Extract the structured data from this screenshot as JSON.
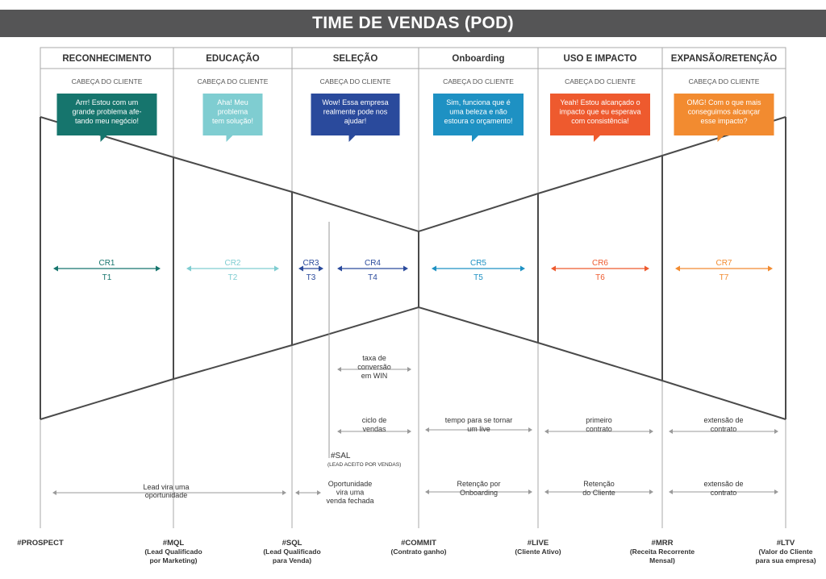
{
  "title": "TIME DE VENDAS (POD)",
  "stages": [
    {
      "name": "RECONHECIMENTO",
      "head": "CABEÇA DO CLIENTE",
      "quote": [
        "Arrr! Estou com um",
        "grande problema afe-",
        "tando meu negócio!"
      ],
      "color": "#16756d",
      "cr": "CR1",
      "t": "T1"
    },
    {
      "name": "EDUCAÇÃO",
      "head": "CABEÇA DO CLIENTE",
      "quote": [
        "Aha! Meu",
        "problema",
        "tem solução!"
      ],
      "color": "#7fcdd1",
      "cr": "CR2",
      "t": "T2"
    },
    {
      "name": "SELEÇÃO",
      "head": "CABEÇA DO CLIENTE",
      "quote": [
        "Wow! Essa empresa",
        "realmente pode nos",
        "ajudar!"
      ],
      "color": "#2a4a9c",
      "cr": "CR3",
      "t": "T3",
      "cr2": "CR4",
      "t2": "T4"
    },
    {
      "name": "Onboarding",
      "head": "CABEÇA DO CLIENTE",
      "quote": [
        "Sim, funciona que é",
        "uma beleza e não",
        "estoura o orçamento!"
      ],
      "color": "#1e91c3",
      "cr": "CR5",
      "t": "T5"
    },
    {
      "name": "USO E IMPACTO",
      "head": "CABEÇA DO CLIENTE",
      "quote": [
        "Yeah! Estou alcançado o",
        "impacto que eu esperava",
        "com consistência!"
      ],
      "color": "#ee5a2e",
      "cr": "CR6",
      "t": "T6"
    },
    {
      "name": "EXPANSÃO/RETENÇÃO",
      "head": "CABEÇA DO CLIENTE",
      "quote": [
        "OMG! Com o que mais",
        "conseguimos alcançar",
        "esse impacto?"
      ],
      "color": "#f28b30",
      "cr": "CR7",
      "t": "T7"
    }
  ],
  "metrics": {
    "conversao": [
      "taxa de",
      "conversão",
      "em WIN"
    ],
    "ciclo": [
      "ciclo de",
      "vendas"
    ],
    "tempo_live": [
      "tempo para se tornar",
      "um live"
    ],
    "primeiro_contrato": [
      "primeiro",
      "contrato"
    ],
    "extensao1": [
      "extensão de",
      "contrato"
    ],
    "sal_tag": "#SAL",
    "sal_desc": "(LEAD ACEITO POR VENDAS)",
    "lead_oportunidade": [
      "Lead vira uma",
      "oportunidade"
    ],
    "oportunidade_venda": [
      "Oportunidade",
      "vira uma",
      "venda fechada"
    ],
    "retencao_onboarding": [
      "Retenção por",
      "Onboarding"
    ],
    "retencao_cliente": [
      "Retenção",
      "do Cliente"
    ],
    "extensao2": [
      "extensão de",
      "contrato"
    ]
  },
  "milestones": [
    {
      "tag": "#PROSPECT",
      "desc": []
    },
    {
      "tag": "#MQL",
      "desc": [
        "(Lead Qualificado",
        "por Marketing)"
      ]
    },
    {
      "tag": "#SQL",
      "desc": [
        "(Lead Qualificado",
        "para Venda)"
      ]
    },
    {
      "tag": "#COMMIT",
      "desc": [
        "(Contrato ganho)"
      ]
    },
    {
      "tag": "#LIVE",
      "desc": [
        "(Cliente Ativo)"
      ]
    },
    {
      "tag": "#MRR",
      "desc": [
        "(Receita Recorrente",
        "Mensal)"
      ]
    },
    {
      "tag": "#LTV",
      "desc": [
        "(Valor do Cliente",
        "para sua empresa)"
      ]
    }
  ],
  "colors": {
    "title_bg": "#555556",
    "grid": "#aaaaaa",
    "bowtie": "#4a4a4a",
    "metric_arrow": "#9a9a9a"
  }
}
